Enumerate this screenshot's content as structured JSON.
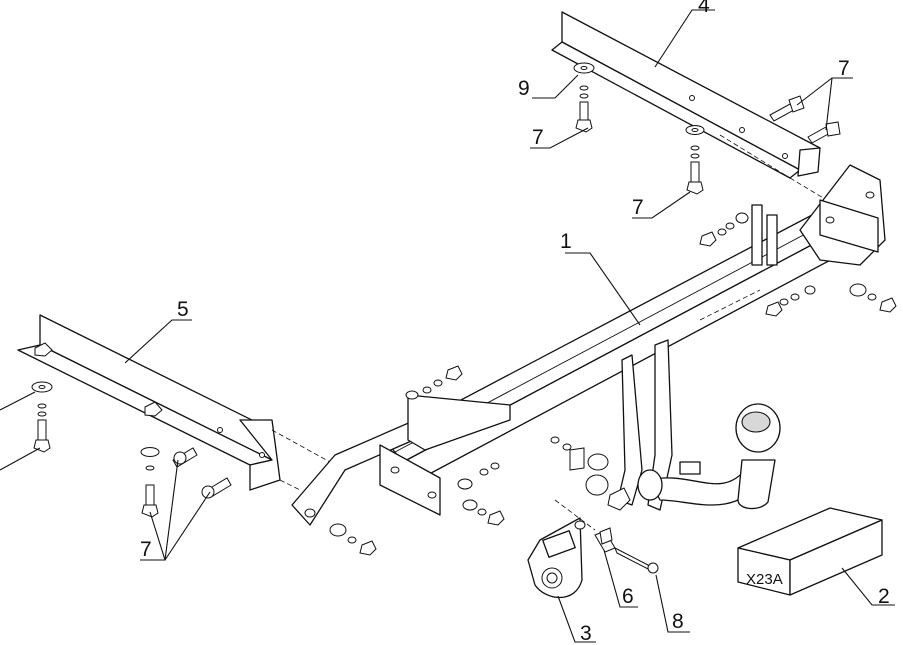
{
  "callouts": {
    "crossbar": "1",
    "module_box": "2",
    "socket_plate": "3",
    "bracket_right": "4",
    "bracket_left": "5",
    "spring": "6",
    "bolt_top_right": "7",
    "bolt_top_left": "7",
    "bolt_center": "7",
    "bolts_left_group": "7",
    "pin": "8",
    "washer": "9"
  },
  "module_box_label": "X23A"
}
